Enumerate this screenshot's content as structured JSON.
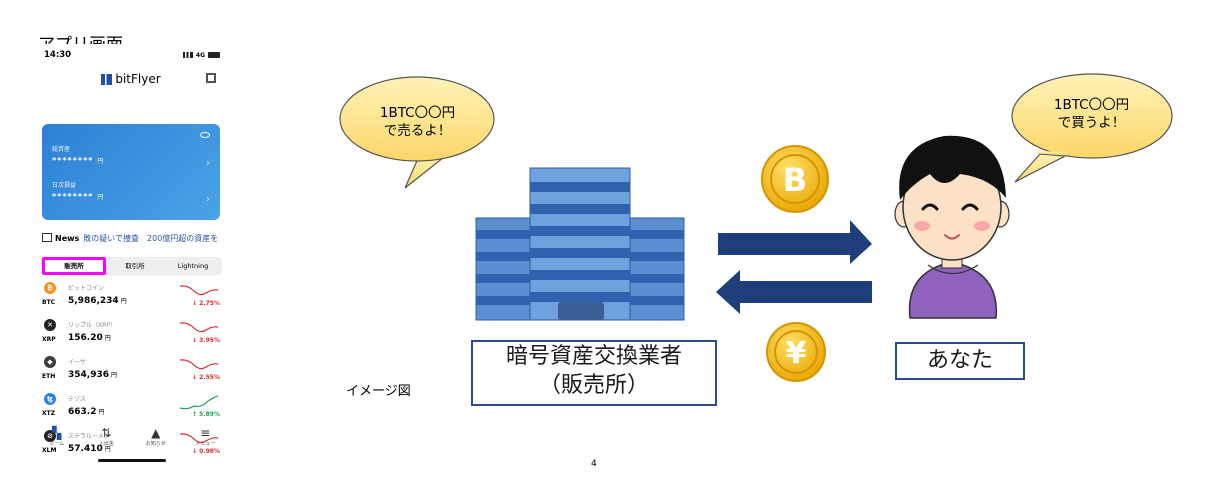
{
  "app_label": "アプリ画面",
  "phone": {
    "time": "14:30",
    "network": "4G",
    "brand": "bitFlyer",
    "card": {
      "assets_label": "総資産",
      "assets_value": "********",
      "assets_unit": "円",
      "daily_label": "日次損益",
      "daily_value": "********",
      "daily_unit": "円"
    },
    "news": {
      "label": "News",
      "text": "敗の疑いで捜査　200億円超の資産を"
    },
    "tabs": [
      "販売所",
      "取引所",
      "Lightning"
    ],
    "coins": [
      {
        "name_jp": "ビットコイン",
        "symbol": "BTC",
        "price": "5,986,234",
        "unit": "円",
        "change": "2.75%",
        "direction": "down",
        "color": "#f7931a",
        "icon": "bitcoin-icon"
      },
      {
        "name_jp": "リップル（XRP）",
        "symbol": "XRP",
        "price": "156.20",
        "unit": "円",
        "change": "3.95%",
        "direction": "down",
        "color": "#222222",
        "icon": "ripple-icon"
      },
      {
        "name_jp": "イーサ",
        "symbol": "ETH",
        "price": "354,936",
        "unit": "円",
        "change": "2.55%",
        "direction": "down",
        "color": "#3c3c3d",
        "icon": "ethereum-icon"
      },
      {
        "name_jp": "テゾス",
        "symbol": "XTZ",
        "price": "663.2",
        "unit": "円",
        "change": "5.89%",
        "direction": "up",
        "color": "#2c7df7",
        "icon": "tezos-icon"
      },
      {
        "name_jp": "ステラルーメン",
        "symbol": "XLM",
        "price": "57.410",
        "unit": "円",
        "change": "0.98%",
        "direction": "down",
        "color": "#222222",
        "icon": "stellar-icon"
      }
    ],
    "nav": [
      "ホーム",
      "入出金",
      "お知らせ",
      "メニュー"
    ]
  },
  "diagram": {
    "left_bubble": [
      "1BTC〇〇円",
      "で売るよ！"
    ],
    "right_bubble": [
      "1BTC〇〇円",
      "で買うよ！"
    ],
    "exchange_box": [
      "暗号資産交換業者",
      "（販売所）"
    ],
    "you_box": "あなた",
    "bitcoin_coin": "B",
    "yen_coin": "¥"
  },
  "caption": "イメージ図",
  "page_number": "4",
  "colors": {
    "highlight": "#ff00ff",
    "arrow": "#1f3f7a",
    "bubble_fill": "#fde79a",
    "box_border": "#2d4b8e",
    "coin": "#f5b800"
  }
}
